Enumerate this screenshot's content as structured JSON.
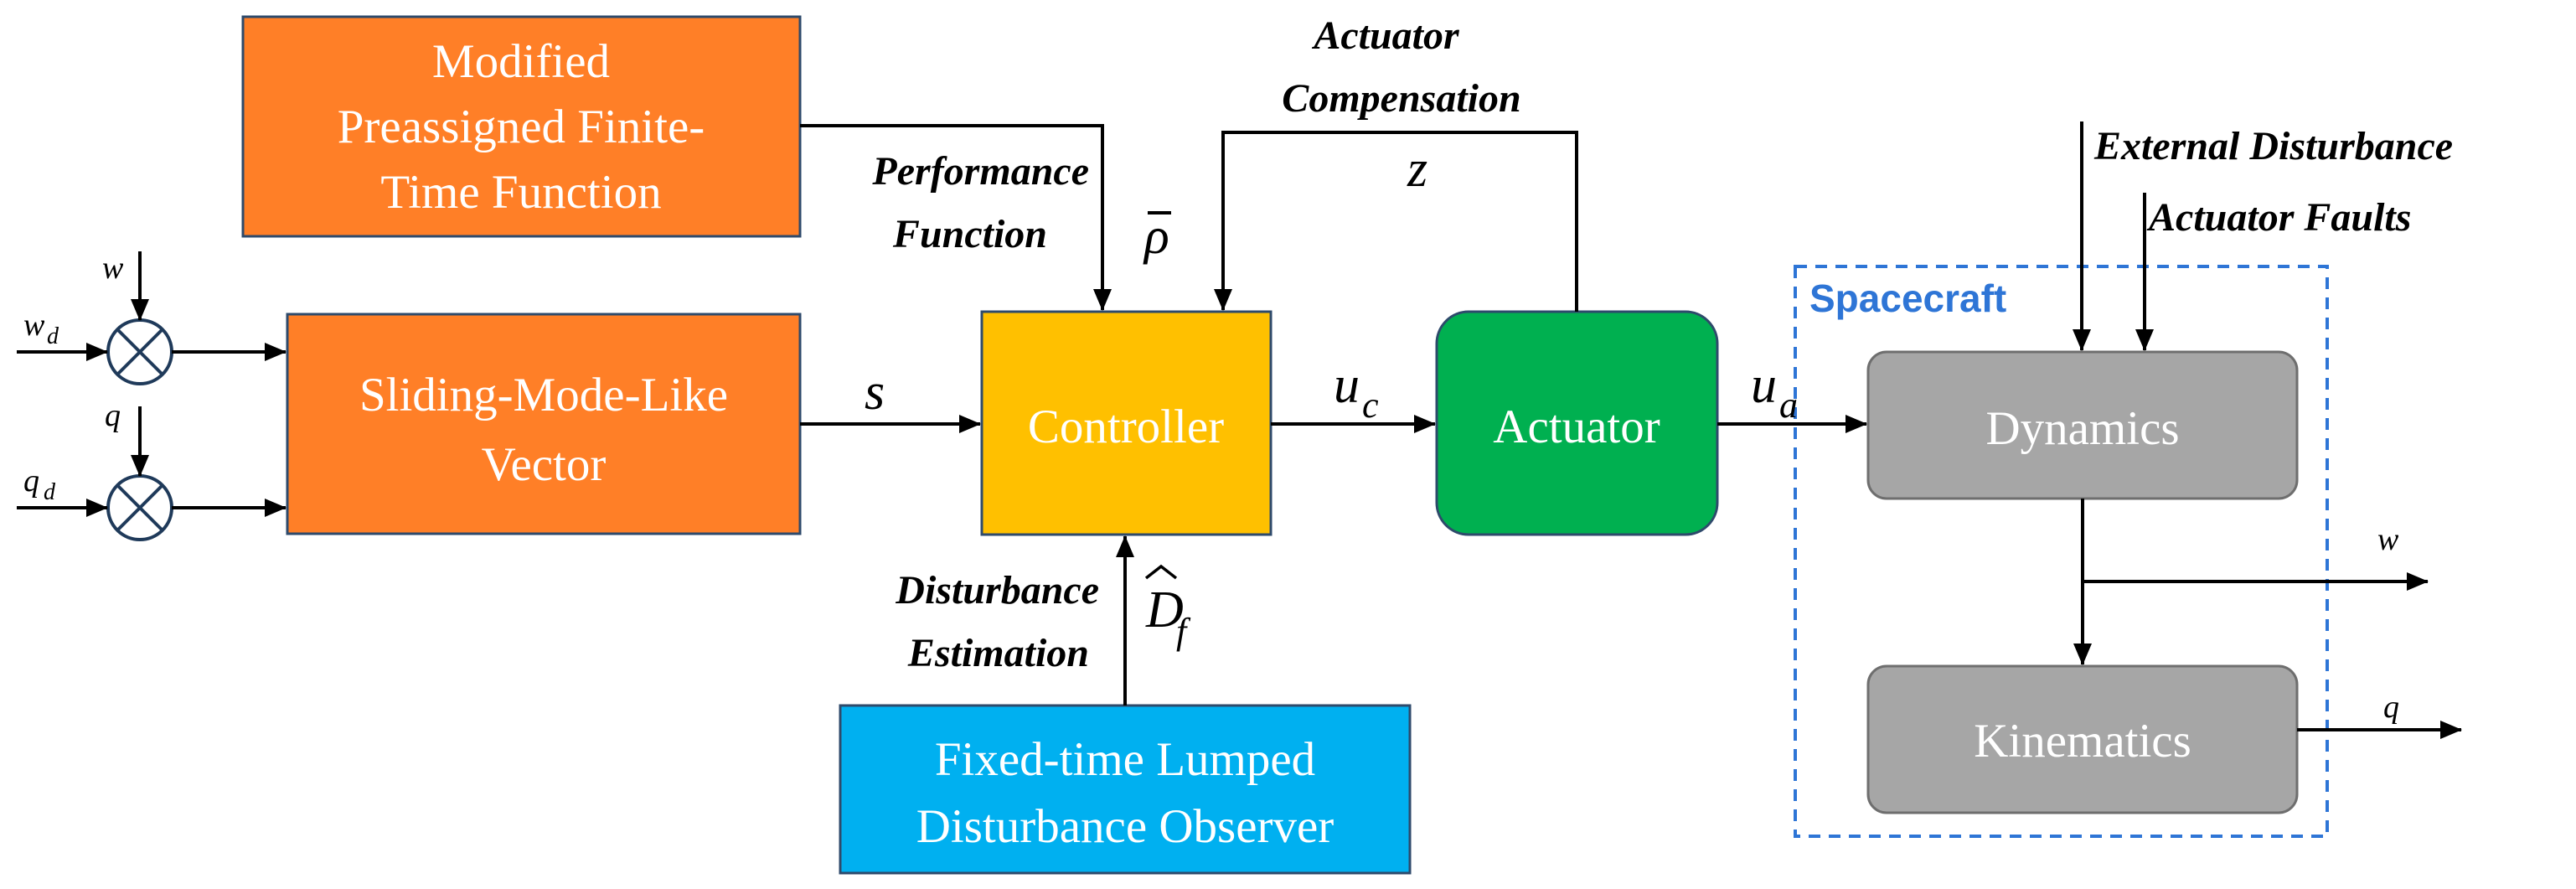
{
  "colors": {
    "orange": "#FF7F27",
    "orange_border": "#2E4A6B",
    "controller": "#FFC000",
    "actuator": "#00B050",
    "observer": "#00B0F0",
    "gray": "#A6A6A6",
    "gray_border": "#6E6E6E",
    "spacecraft_blue": "#2E75D6"
  },
  "blocks": {
    "modified_pff": {
      "lines": [
        "Modified",
        "Preassigned Finite-",
        "Time Function"
      ]
    },
    "sliding_vector": {
      "lines": [
        "Sliding-Mode-Like",
        "Vector"
      ]
    },
    "controller": {
      "label": "Controller"
    },
    "actuator": {
      "label": "Actuator"
    },
    "observer": {
      "lines": [
        "Fixed-time Lumped",
        "Disturbance Observer"
      ]
    },
    "dynamics": {
      "label": "Dynamics"
    },
    "kinematics": {
      "label": "Kinematics"
    },
    "spacecraft": {
      "label": "Spacecraft"
    }
  },
  "labels": {
    "performance_function": [
      "Performance",
      "Function"
    ],
    "actuator_compensation": [
      "Actuator",
      "Compensation"
    ],
    "disturbance_estimation": [
      "Disturbance",
      "Estimation"
    ],
    "external_disturbance": "External Disturbance",
    "actuator_faults": "Actuator Faults"
  },
  "signals": {
    "rho": "ρ",
    "z": "z",
    "s": "s",
    "u_c": {
      "base": "u",
      "sub": "c"
    },
    "u_a": {
      "base": "u",
      "sub": "a"
    },
    "d_hat": {
      "base": "D",
      "sub": "f"
    },
    "w": "w",
    "q": "q",
    "w_d": {
      "base": "w",
      "sub": "d"
    },
    "q_d": {
      "base": "q",
      "sub": "d"
    },
    "w_out": "w",
    "q_out": "q"
  },
  "summing_junction_icon": "circle-cross-icon",
  "arrow_icon": "arrowhead-icon"
}
